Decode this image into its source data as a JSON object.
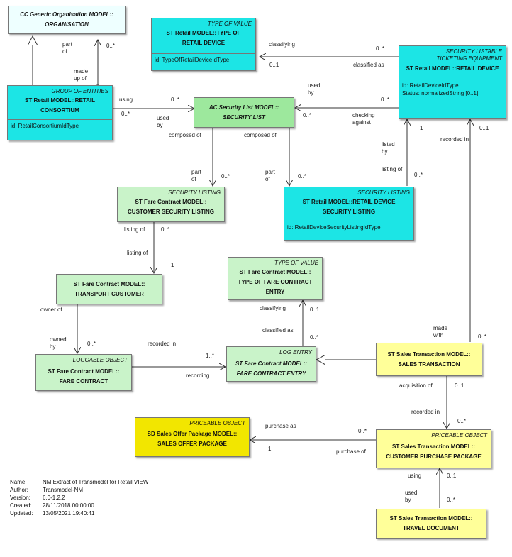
{
  "classes": {
    "organisation": {
      "stereotype": "",
      "name": [
        "CC Generic Organisation MODEL::",
        "ORGANISATION"
      ],
      "attrs": []
    },
    "retail_consortium": {
      "stereotype": "GROUP OF ENTITIES",
      "name": [
        "ST Retail MODEL::RETAIL",
        "CONSORTIUM"
      ],
      "attrs": [
        "id: RetailConsortiumIdType"
      ]
    },
    "type_of_retail_device": {
      "stereotype": "TYPE OF VALUE",
      "name": [
        "ST Retail MODEL::TYPE OF",
        "RETAIL DEVICE"
      ],
      "attrs": [
        "id: TypeOfRetailDeviceIdType"
      ]
    },
    "retail_device": {
      "stereotype": "SECURITY LISTABLE\nTICKETING EQUIPMENT",
      "name": [
        "ST Retail MODEL::RETAIL DEVICE"
      ],
      "attrs": [
        "id: RetailDeviceIdType",
        "Status: normalizedString [0..1]"
      ]
    },
    "security_list": {
      "stereotype": "",
      "name": [
        "AC Security List MODEL::",
        "SECURITY LIST"
      ],
      "attrs": []
    },
    "customer_security_listing": {
      "stereotype": "SECURITY LISTING",
      "name": [
        "ST Fare Contract MODEL::",
        "CUSTOMER SECURITY LISTING"
      ],
      "attrs": []
    },
    "retail_device_security_listing": {
      "stereotype": "SECURITY LISTING",
      "name": [
        "ST Retail MODEL::RETAIL DEVICE",
        "SECURITY LISTING"
      ],
      "attrs": [
        "id: RetailDeviceSecurityListingIdType"
      ]
    },
    "transport_customer": {
      "stereotype": "",
      "name": [
        "ST Fare Contract MODEL::",
        "TRANSPORT CUSTOMER"
      ],
      "attrs": []
    },
    "type_of_fare_contract_entry": {
      "stereotype": "TYPE OF VALUE",
      "name": [
        "ST Fare Contract MODEL::",
        "TYPE OF FARE CONTRACT",
        "ENTRY"
      ],
      "attrs": []
    },
    "fare_contract": {
      "stereotype": "LOGGABLE OBJECT",
      "name": [
        "ST Fare Contract MODEL::",
        "FARE CONTRACT"
      ],
      "attrs": []
    },
    "fare_contract_entry": {
      "stereotype": "LOG ENTRY",
      "name": [
        "ST Fare Contract MODEL::",
        "FARE CONTRACT ENTRY"
      ],
      "attrs": []
    },
    "sales_transaction": {
      "stereotype": "",
      "name": [
        "ST Sales Transaction MODEL::",
        "SALES TRANSACTION"
      ],
      "attrs": []
    },
    "sales_offer_package": {
      "stereotype": "PRICEABLE OBJECT",
      "name": [
        "SD Sales Offer Package MODEL::",
        "SALES OFFER PACKAGE"
      ],
      "attrs": []
    },
    "customer_purchase_package": {
      "stereotype": "PRICEABLE OBJECT",
      "name": [
        "ST Sales Transaction MODEL::",
        "CUSTOMER PURCHASE PACKAGE"
      ],
      "attrs": []
    },
    "travel_document": {
      "stereotype": "",
      "name": [
        "ST Sales Transaction MODEL::",
        "TRAVEL DOCUMENT"
      ],
      "attrs": []
    }
  },
  "labels": {
    "part_of_1": "part\nof",
    "mult_org": "0..*",
    "made_up_of": "made\nup of",
    "classifying_1": "classifying",
    "mult_cl1_a": "0..*",
    "mult_cl1_b": "0..1",
    "classified_as_1": "classified as",
    "using_1": "using",
    "mult_using": "0..*",
    "mult_usedby": "0..*",
    "used_by_1": "used\nby",
    "used_by_2": "used\nby",
    "mult_check_a": "0..*",
    "mult_check_b": "0..*",
    "checking_against": "checking\nagainst",
    "mult_listed_1": "1",
    "recorded_in_1": "recorded in",
    "mult_rec1": "0..1",
    "composed_of_1": "composed of",
    "composed_of_2": "composed of",
    "listed_by": "listed\nby",
    "listing_of_1": "listing of",
    "mult_listing_1": "0..*",
    "part_of_2": "part\nof",
    "mult_part2": "0..*",
    "part_of_3": "part\nof",
    "mult_part3": "0..*",
    "listing_of_2": "listing of",
    "mult_listing_2": "0..*",
    "listing_of_3": "listing of",
    "mult_listing_3": "1",
    "classifying_2": "classifying",
    "mult_cl2": "0..1",
    "classified_as_2": "classified as",
    "mult_cl2_b": "0..*",
    "owner_of": "owner of",
    "owned_by": "owned\nby",
    "mult_owned": "0..*",
    "recorded_in_2": "recorded in",
    "mult_recording": "1..*",
    "recording": "recording",
    "made_with": "made\nwith",
    "mult_made_with": "0..*",
    "acquisition_of": "acquisition of",
    "mult_acq": "0..1",
    "recorded_in_3": "recorded in",
    "mult_rec3": "0..*",
    "purchase_as": "purchase as",
    "mult_purch_a": "0..*",
    "mult_purch_b": "1",
    "purchase_of": "purchase of",
    "using_2": "using",
    "mult_using2": "0..1",
    "used_by_3": "used\nby",
    "mult_usedby3": "0..*"
  },
  "meta": [
    {
      "key": "Name:",
      "value": "NM Extract of Transmodel for Retail VIEW"
    },
    {
      "key": "Author:",
      "value": "Transmodel-NM"
    },
    {
      "key": "Version:",
      "value": "6.0-1.2.2"
    },
    {
      "key": "Created:",
      "value": "28/11/2018 00:00:00"
    },
    {
      "key": "Updated:",
      "value": "13/05/2021 19:40:41"
    }
  ]
}
